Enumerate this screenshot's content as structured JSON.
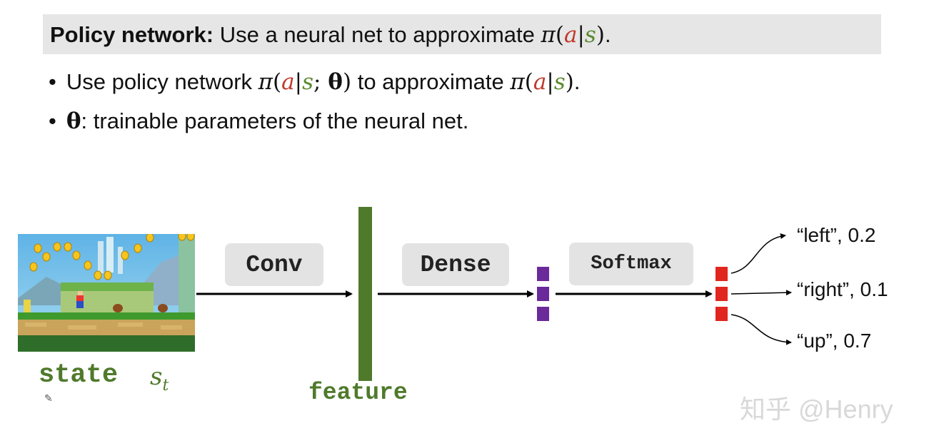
{
  "header": {
    "title_bold": "Policy network:",
    "title_rest": " Use a neural net to approximate ",
    "pi": "π",
    "lparen": "(",
    "a": "a",
    "bar": "|",
    "s": "s",
    "rparen": ")",
    "period": "."
  },
  "bullets": {
    "b1_pre": "Use policy network ",
    "b1_semi": "; ",
    "theta": "θ",
    "b1_mid": " to approximate ",
    "b2_post": ": trainable parameters of the neural net.",
    "dot": "•"
  },
  "diagram": {
    "state_label": "state",
    "state_symbol": "s",
    "state_subscript": "t",
    "conv_label": "Conv",
    "feature_label": "feature",
    "dense_label": "Dense",
    "softmax_label": "Softmax",
    "outputs": [
      {
        "text": "“left”, 0.2"
      },
      {
        "text": "“right”, 0.1"
      },
      {
        "text": "“up”, 0.7"
      }
    ],
    "colors": {
      "feature": "#4f7a2b",
      "dense_output": "#6a2a9a",
      "softmax_output": "#e0261f",
      "action_a": "#c0392b",
      "state_s": "#5b8a2e"
    }
  },
  "watermark": "知乎 @Henry"
}
